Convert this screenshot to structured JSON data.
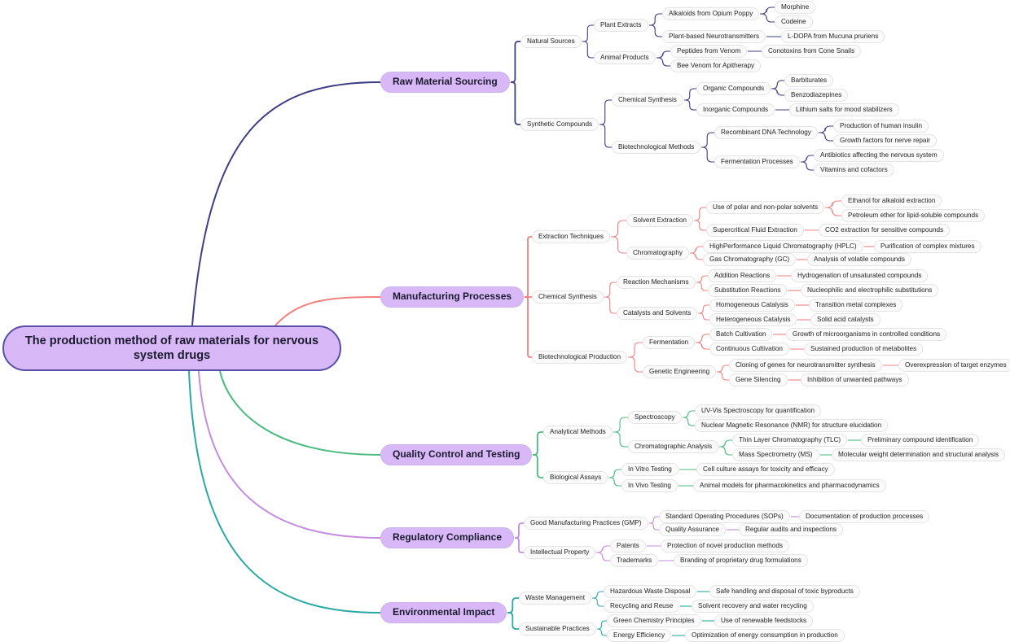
{
  "root": "The production method of raw materials for nervous system drugs",
  "colors": {
    "raw": "#3f3d86",
    "manufacturing": "#f08080",
    "quality": "#4cbb7f",
    "regulatory": "#c38de0",
    "environmental": "#2aa9a4"
  },
  "branches": {
    "raw": {
      "label": "Raw Material Sourcing",
      "natural": "Natural Sources",
      "plant_extracts": "Plant Extracts",
      "alkaloids": "Alkaloids from Opium Poppy",
      "morphine": "Morphine",
      "codeine": "Codeine",
      "plant_neuro": "Plant-based Neurotransmitters",
      "ldopa": "L-DOPA from Mucuna pruriens",
      "animal": "Animal Products",
      "peptides": "Peptides from Venom",
      "conotoxins": "Conotoxins from Cone Snails",
      "bee": "Bee Venom for Apitherapy",
      "synthetic": "Synthetic Compounds",
      "chem_synth": "Chemical Synthesis",
      "organic": "Organic Compounds",
      "barbiturates": "Barbiturates",
      "benzo": "Benzodiazepines",
      "inorganic": "Inorganic Compounds",
      "lithium": "Lithium salts for mood stabilizers",
      "biotech": "Biotechnological Methods",
      "recombinant": "Recombinant DNA Technology",
      "insulin": "Production of human insulin",
      "growth": "Growth factors for nerve repair",
      "fermentation": "Fermentation Processes",
      "antibiotics": "Antibiotics affecting the nervous system",
      "vitamins": "Vitamins and cofactors"
    },
    "manufacturing": {
      "label": "Manufacturing Processes",
      "extraction": "Extraction Techniques",
      "solvent": "Solvent Extraction",
      "polar": "Use of polar and non-polar solvents",
      "ethanol": "Ethanol for alkaloid extraction",
      "petroleum": "Petroleum ether for lipid-soluble compounds",
      "supercritical": "Supercritical Fluid Extraction",
      "co2": "CO2 extraction for sensitive compounds",
      "chromatography": "Chromatography",
      "hplc": "HighPerformance Liquid Chromatography (HPLC)",
      "purification": "Purification of complex mixtures",
      "gc": "Gas Chromatography (GC)",
      "volatile": "Analysis of volatile compounds",
      "chem_synth": "Chemical Synthesis",
      "reaction": "Reaction Mechanisms",
      "addition": "Addition Reactions",
      "hydrogenation": "Hydrogenation of unsaturated compounds",
      "substitution": "Substitution Reactions",
      "nucleophilic": "Nucleophilic and electrophilic substitutions",
      "catalysts": "Catalysts and Solvents",
      "homogeneous": "Homogeneous Catalysis",
      "transition": "Transition metal complexes",
      "heterogeneous": "Heterogeneous Catalysis",
      "solid": "Solid acid catalysts",
      "biotech": "Biotechnological Production",
      "fermentation": "Fermentation",
      "batch": "Batch Cultivation",
      "growth": "Growth of microorganisms in controlled conditions",
      "continuous": "Continuous Cultivation",
      "sustained": "Sustained production of metabolites",
      "genetic": "Genetic Engineering",
      "cloning": "Cloning of genes for neurotransmitter synthesis",
      "overexpression": "Overexpression of target enzymes",
      "silencing": "Gene Silencing",
      "inhibition": "Inhibition of unwanted pathways"
    },
    "quality": {
      "label": "Quality Control and Testing",
      "analytical": "Analytical Methods",
      "spectroscopy": "Spectroscopy",
      "uvvis": "UV-Vis Spectroscopy for quantification",
      "nmr": "Nuclear Magnetic Resonance (NMR) for structure elucidation",
      "chrom_analysis": "Chromatographic Analysis",
      "tlc": "Thin Layer Chromatography (TLC)",
      "preliminary": "Preliminary compound identification",
      "ms": "Mass Spectrometry (MS)",
      "molecular": "Molecular weight determination and structural analysis",
      "bio_assays": "Biological Assays",
      "invitro": "In Vitro Testing",
      "cell": "Cell culture assays for toxicity and efficacy",
      "invivo": "In Vivo Testing",
      "animal": "Animal models for pharmacokinetics and pharmacodynamics"
    },
    "regulatory": {
      "label": "Regulatory Compliance",
      "gmp": "Good Manufacturing Practices (GMP)",
      "sop": "Standard Operating Procedures (SOPs)",
      "documentation": "Documentation of production processes",
      "qa": "Quality Assurance",
      "audits": "Regular audits and inspections",
      "ip": "Intellectual Property",
      "patents": "Patents",
      "protection": "Protection of novel production methods",
      "trademarks": "Trademarks",
      "branding": "Branding of proprietary drug formulations"
    },
    "environmental": {
      "label": "Environmental Impact",
      "waste": "Waste Management",
      "hazardous": "Hazardous Waste Disposal",
      "safe": "Safe handling and disposal of toxic byproducts",
      "recycling": "Recycling and Reuse",
      "solvent": "Solvent recovery and water recycling",
      "sustainable": "Sustainable Practices",
      "green": "Green Chemistry Principles",
      "renewable": "Use of renewable feedstocks",
      "energy": "Energy Efficiency",
      "optimization": "Optimization of energy consumption in production"
    }
  }
}
